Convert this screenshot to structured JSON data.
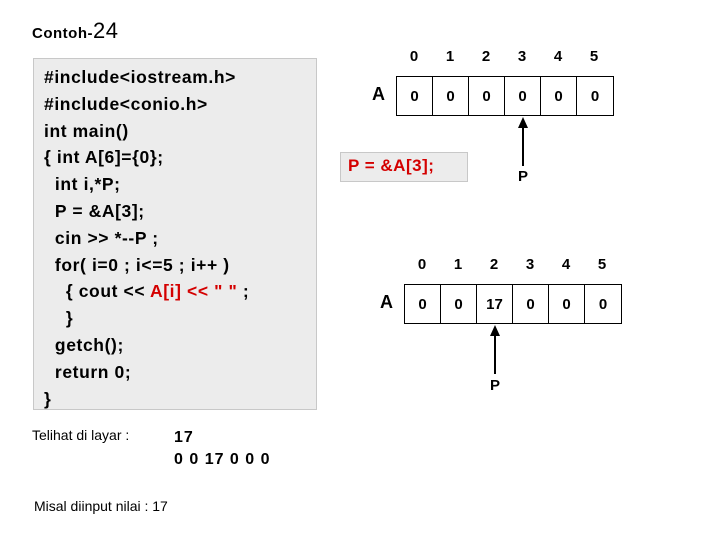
{
  "slide": {
    "title_prefix": "Contoh-",
    "title_number": "24"
  },
  "code": {
    "line1": "#include<iostream.h>",
    "line2": "#include<conio.h>",
    "line3": "int main()",
    "line4": "{ int A[6]={0};",
    "line5": "  int i,*P;",
    "line6": "  P = &A[3];",
    "line7": "  cin >> *--P ;",
    "line8": "  for( i=0 ; i<=5 ; i++ )",
    "line9_pre": "    { cout << ",
    "line9_hl": "A[i] << \" \"",
    "line9_post": " ;",
    "line10": "    }",
    "line11": "  getch();",
    "line12": "  return 0;",
    "line13": "}"
  },
  "output": {
    "label": "Telihat di layar :",
    "line1": "17",
    "line2": "0 0 17 0 0 0",
    "input_note": "Misal diinput nilai : 17"
  },
  "array_top": {
    "name": "A",
    "indices": [
      "0",
      "1",
      "2",
      "3",
      "4",
      "5"
    ],
    "values": [
      "0",
      "0",
      "0",
      "0",
      "0",
      "0"
    ],
    "pointer_label": "P",
    "pointer_index": 3
  },
  "pointer_statement": "P = &A[3];",
  "array_bottom": {
    "name": "A",
    "indices": [
      "0",
      "1",
      "2",
      "3",
      "4",
      "5"
    ],
    "values": [
      "0",
      "0",
      "17",
      "0",
      "0",
      "0"
    ],
    "pointer_label": "P",
    "pointer_index": 2
  }
}
